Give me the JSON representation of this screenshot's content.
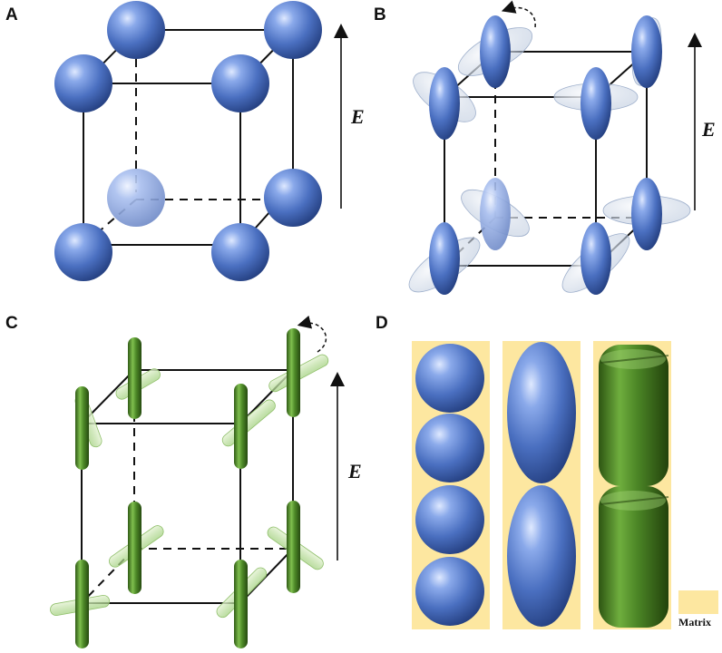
{
  "panels": {
    "a": {
      "label": "A",
      "field_label": "E"
    },
    "b": {
      "label": "B",
      "field_label": "E"
    },
    "c": {
      "label": "C",
      "field_label": "E"
    },
    "d": {
      "label": "D",
      "legend_label": "Matrix"
    }
  },
  "colors": {
    "sphere_blue": "#4a6fc0",
    "rod_green": "#4f8a2a",
    "matrix_yellow": "#fde7a0",
    "line": "#111111"
  }
}
